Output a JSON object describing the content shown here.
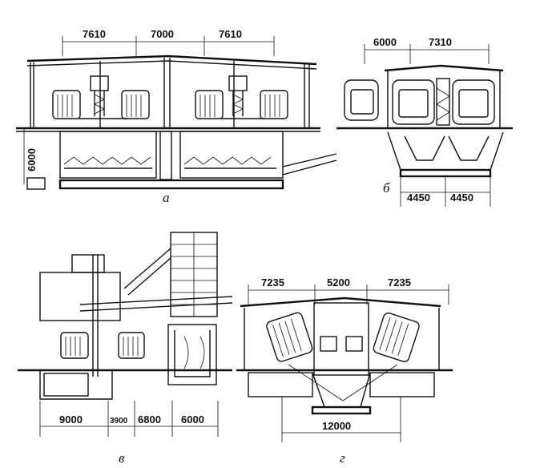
{
  "figure": {
    "panel_a": {
      "label": "а",
      "dims_top": [
        "7610",
        "7000",
        "7610"
      ],
      "dim_side": "6000"
    },
    "panel_b": {
      "label": "б",
      "dims_top": [
        "6000",
        "7310"
      ],
      "dims_bottom": [
        "4450",
        "4450"
      ]
    },
    "panel_v": {
      "label": "в",
      "dims_bottom": [
        "9000",
        "3900",
        "6800",
        "6000"
      ]
    },
    "panel_g": {
      "label": "г",
      "dims_top": [
        "7235",
        "5200",
        "7235"
      ],
      "dim_bottom": "12000"
    }
  }
}
